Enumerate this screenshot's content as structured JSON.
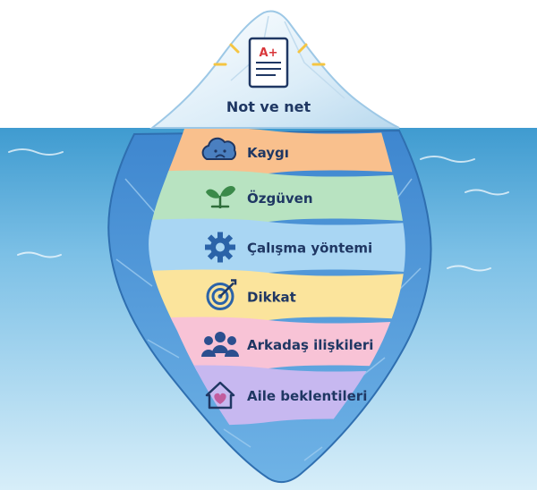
{
  "tip": {
    "label": "Not ve net",
    "icon": "exam-paper-a-plus-icon",
    "grade": "A+"
  },
  "layers": [
    {
      "id": "kaygi",
      "label": "Kaygı",
      "icon": "sad-cloud-icon",
      "color": "#f9c08d"
    },
    {
      "id": "ozguven",
      "label": "Özgüven",
      "icon": "sprout-icon",
      "color": "#b8e3c1"
    },
    {
      "id": "calisma",
      "label": "Çalışma yöntemi",
      "icon": "gear-icon",
      "color": "#a9d6f3"
    },
    {
      "id": "dikkat",
      "label": "Dikkat",
      "icon": "target-icon",
      "color": "#fbe49c"
    },
    {
      "id": "arkadas",
      "label": "Arkadaş ilişkileri",
      "icon": "people-group-icon",
      "color": "#f8c3d6"
    },
    {
      "id": "aile",
      "label": "Aile beklentileri",
      "icon": "heart-home-icon",
      "color": "#c7b8f0"
    }
  ],
  "colors": {
    "ink": "#1f3763",
    "ice": "#d4e8f4",
    "water_top": "#4fa6d6",
    "water_bottom": "#b9e0f3",
    "berry_under": "#5a9bd8",
    "accent_red": "#d9363a",
    "sparkle": "#f5c542"
  }
}
